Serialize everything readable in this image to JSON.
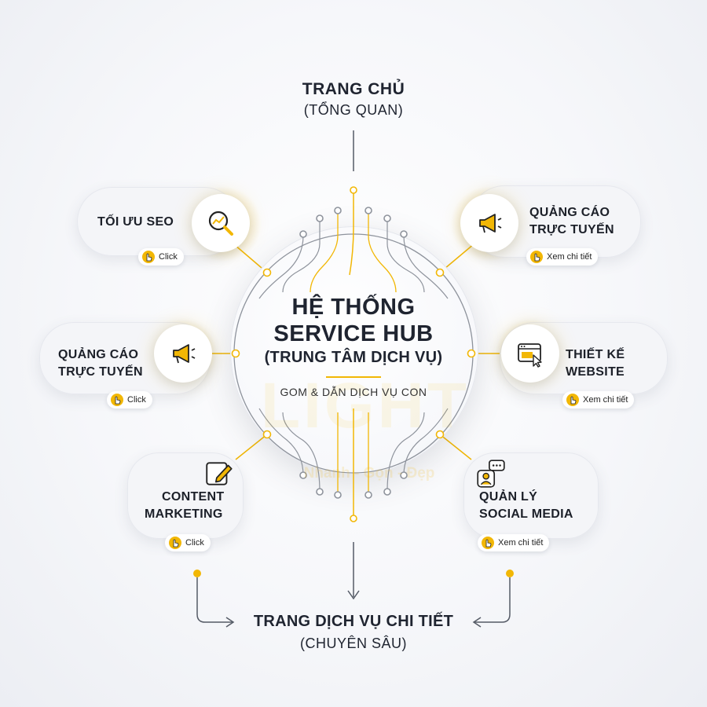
{
  "top": {
    "title": "TRANG CHỦ",
    "subtitle": "(TỔNG QUAN)"
  },
  "hub": {
    "line1": "HỆ THỐNG",
    "line2": "SERVICE HUB",
    "line3": "(TRUNG TÂM DỊCH VỤ)",
    "tagline": "GOM & DẪN DỊCH VỤ CON"
  },
  "watermark": {
    "brand": "LIGHT",
    "slogan": "Nhanh - Gọn - Đẹp"
  },
  "services": [
    {
      "line1": "TỐI ƯU SEO",
      "line2": "",
      "action": "Click",
      "icon": "seo-magnifier-icon"
    },
    {
      "line1": "QUẢNG CÁO",
      "line2": "TRỰC TUYẾN",
      "action": "Xem chi tiết",
      "icon": "megaphone-icon"
    },
    {
      "line1": "QUẢNG CÁO",
      "line2": "TRỰC TUYẾN",
      "action": "Click",
      "icon": "megaphone-icon"
    },
    {
      "line1": "THIẾT KẾ",
      "line2": "WEBSITE",
      "action": "Xem chi tiết",
      "icon": "browser-cursor-icon"
    },
    {
      "line1": "CONTENT",
      "line2": "MARKETING",
      "action": "Click",
      "icon": "edit-note-icon"
    },
    {
      "line1": "QUẢN LÝ",
      "line2": "SOCIAL MEDIA",
      "action": "Xem chi tiết",
      "icon": "social-user-chat-icon"
    }
  ],
  "bottom": {
    "title": "TRANG DỊCH VỤ CHI TIẾT",
    "subtitle": "(CHUYÊN SÂU)"
  },
  "colors": {
    "accent": "#f2b705",
    "line": "#8e939c",
    "text": "#1f2430"
  }
}
